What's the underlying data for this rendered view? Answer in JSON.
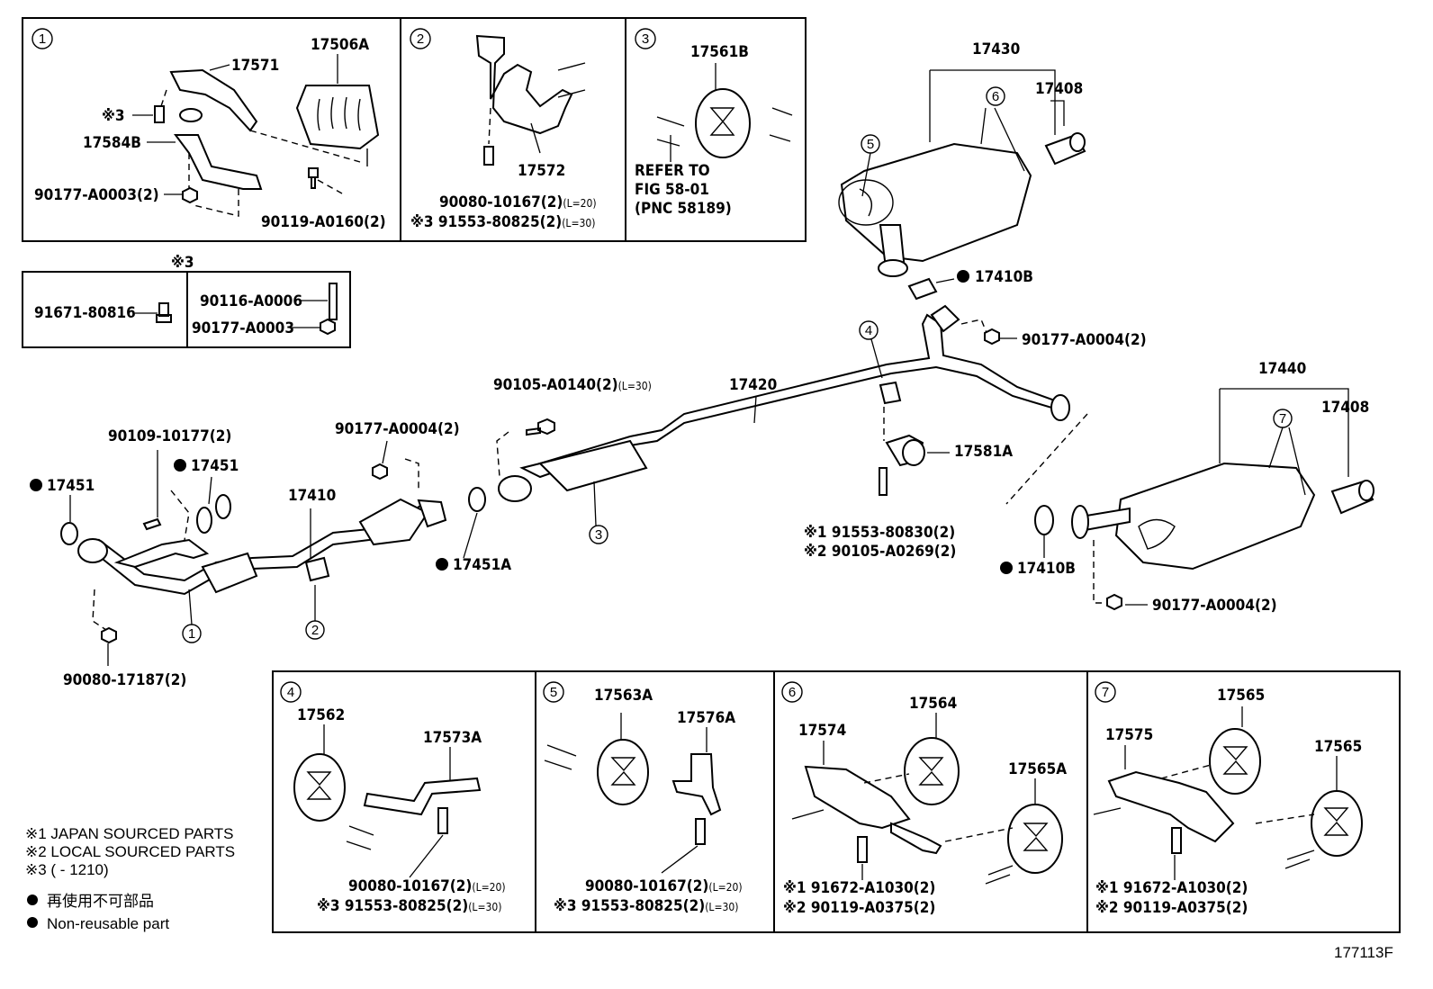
{
  "figure_code": "177113F",
  "panels": {
    "p1": {
      "num": "1",
      "labels": {
        "a": "17571",
        "b": "17506A",
        "c": "※3",
        "d": "17584B",
        "e": "90177-A0003(2)",
        "f": "90119-A0160(2)"
      }
    },
    "p2": {
      "num": "2",
      "labels": {
        "a": "17572",
        "b1": "90080-10167(2)",
        "b1s": "(L=20)",
        "b2": "※3 91553-80825(2)",
        "b2s": "(L=30)"
      }
    },
    "p3": {
      "num": "3",
      "labels": {
        "a": "17561B",
        "r1": "REFER TO",
        "r2": "FIG 58-01",
        "r3": "(PNC 58189)"
      }
    },
    "p_star3": {
      "title": "※3",
      "labels": {
        "a": "91671-80816",
        "b": "90116-A0006",
        "c": "90177-A0003"
      }
    },
    "main": {
      "labels": {
        "l17430": "17430",
        "l17408a": "17408",
        "l17410b_top": "17410B",
        "l90177_a": "90177-A0004(2)",
        "l90105": "90105-A0140(2)",
        "l90105s": "(L=30)",
        "l17420": "17420",
        "l17440": "17440",
        "l17408b": "17408",
        "l17581a": "17581A",
        "l91553": "※1 91553-80830(2)",
        "l90105b": "※2 90105-A0269(2)",
        "l17410b_bot": "17410B",
        "l90177_b": "90177-A0004(2)",
        "l90109": "90109-10177(2)",
        "l17451a": "17451",
        "l17451b": "17451",
        "l17410": "17410",
        "l90177_c": "90177-A0004(2)",
        "l17451A": "17451A",
        "l90080": "90080-17187(2)"
      },
      "callouts": {
        "c1": "1",
        "c2": "2",
        "c3": "3",
        "c4": "4",
        "c5": "5",
        "c6": "6",
        "c7": "7"
      }
    },
    "p4": {
      "num": "4",
      "labels": {
        "a": "17562",
        "b": "17573A",
        "c1": "90080-10167(2)",
        "c1s": "(L=20)",
        "c2": "※3 91553-80825(2)",
        "c2s": "(L=30)"
      }
    },
    "p5": {
      "num": "5",
      "labels": {
        "a": "17563A",
        "b": "17576A",
        "c1": "90080-10167(2)",
        "c1s": "(L=20)",
        "c2": "※3 91553-80825(2)",
        "c2s": "(L=30)"
      }
    },
    "p6": {
      "num": "6",
      "labels": {
        "a": "17574",
        "b": "17564",
        "c": "17565A",
        "d1": "※1 91672-A1030(2)",
        "d2": "※2 90119-A0375(2)"
      }
    },
    "p7": {
      "num": "7",
      "labels": {
        "a": "17575",
        "b": "17565",
        "c": "17565",
        "d1": "※1 91672-A1030(2)",
        "d2": "※2 90119-A0375(2)"
      }
    }
  },
  "notes": {
    "n1": "※1 JAPAN SOURCED PARTS",
    "n2": "※2 LOCAL SOURCED PARTS",
    "n3": "※3 (        - 1210)",
    "n4": "再使用不可部品",
    "n5": "Non-reusable part"
  }
}
